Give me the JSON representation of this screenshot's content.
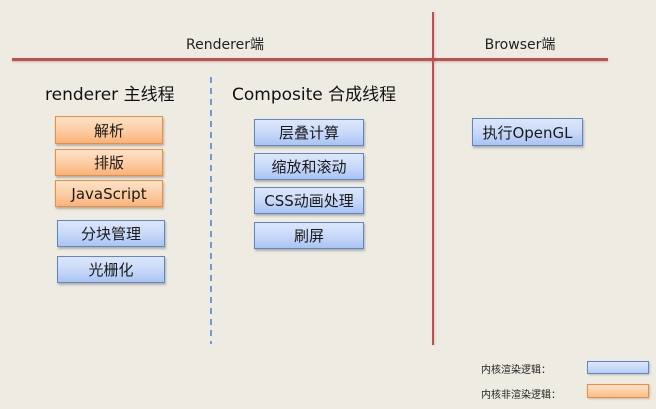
{
  "sections": {
    "renderer": "Renderer端",
    "browser": "Browser端"
  },
  "threads": {
    "main": {
      "title": "renderer 主线程",
      "tasks": [
        {
          "label": "解析",
          "kind": "non-render"
        },
        {
          "label": "排版",
          "kind": "non-render"
        },
        {
          "label": "JavaScript",
          "kind": "non-render"
        },
        {
          "label": "分块管理",
          "kind": "render"
        },
        {
          "label": "光栅化",
          "kind": "render"
        }
      ]
    },
    "composite": {
      "title": "Composite 合成线程",
      "tasks": [
        {
          "label": "层叠计算",
          "kind": "render"
        },
        {
          "label": "缩放和滚动",
          "kind": "render"
        },
        {
          "label": "CSS动画处理",
          "kind": "render"
        },
        {
          "label": "刷屏",
          "kind": "render"
        }
      ]
    },
    "browser": {
      "tasks": [
        {
          "label": "执行OpenGL",
          "kind": "render"
        }
      ]
    }
  },
  "legend": {
    "render": "内核渲染逻辑：",
    "non_render": "内核非渲染逻辑："
  },
  "colors": {
    "divider_red": "#c0504d",
    "dash_blue": "#6f9ad6",
    "render_blue": "#c6d8f8",
    "non_render_orange": "#fcc99c"
  }
}
